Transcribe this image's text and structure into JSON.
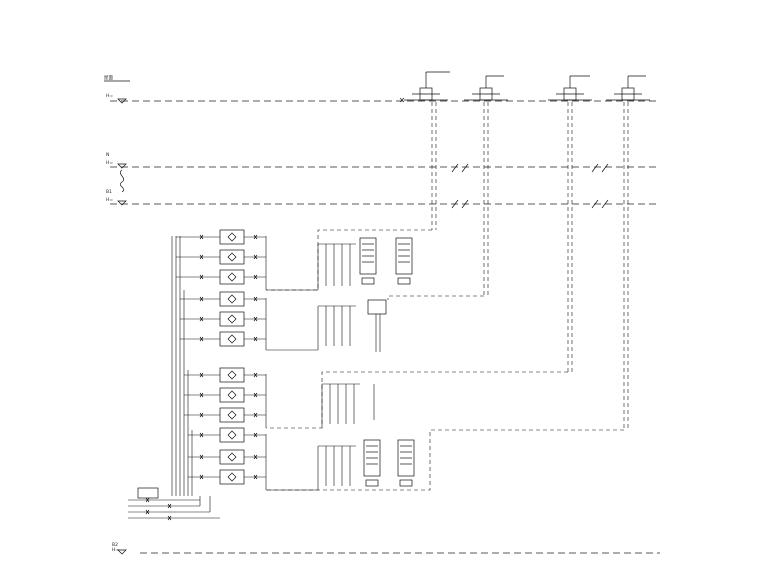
{
  "diagram": {
    "floor_levels": [
      {
        "id": "roof",
        "label_top": "屋面",
        "label_bottom": "H="
      },
      {
        "id": "upper",
        "label_top": "N",
        "label_bottom": "H="
      },
      {
        "id": "mid",
        "label_top": "B1",
        "label_bottom": "H="
      },
      {
        "id": "base",
        "label_top": "B2",
        "label_bottom": "H="
      }
    ]
  }
}
